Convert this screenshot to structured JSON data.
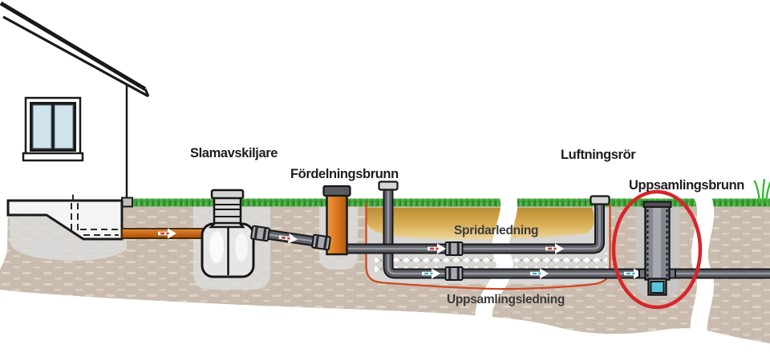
{
  "diagram": {
    "labels": {
      "slamavskiljare": "Slamavskiljare",
      "fordelningsbrunn": "Fördelningsbrunn",
      "luftningsror": "Luftningsrör",
      "uppsamlingsbrunn": "Uppsamlingsbrunn",
      "spridarledning": "Spridarledning",
      "uppsamlingsledning": "Uppsamlingsledning"
    },
    "colors": {
      "label_text": "#1d1d1f",
      "bed_label_text": "#3a3a3c",
      "highlight_circle_red": "#d7252b",
      "liner_line_orange_red": "#cc4a22",
      "inlet_pipe_orange": "#c96818",
      "distribution_well_orange": "#dd7a1f",
      "pipe_gray": "#5d5f66",
      "sand_layer": "#d7ac52",
      "soil_tan": "#c9bcae",
      "grass_green": "#3fa23a",
      "water_cyan": "#58c5db",
      "flow_arrow_red": "#c43c2b",
      "flow_arrow_teal": "#3fb9c4"
    }
  }
}
